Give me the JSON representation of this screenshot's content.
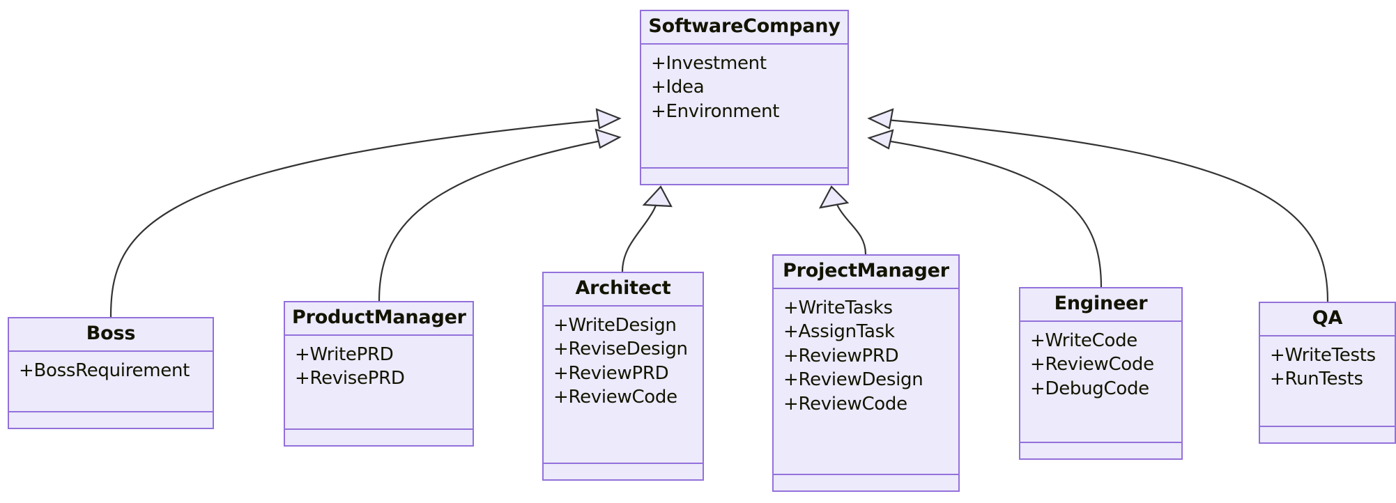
{
  "diagram": {
    "type": "uml-class-diagram",
    "title": "SoftwareCompany roles class diagram",
    "colors": {
      "node_fill": "#ECEAFB",
      "node_border": "#9370DB",
      "edge_stroke": "#333333",
      "text": "#131300",
      "background": "#FFFFFF"
    },
    "relationship_type": "generalization",
    "arrowhead": "hollow-triangle"
  },
  "classes": {
    "software_company": {
      "name": "SoftwareCompany",
      "attributes": [
        "+Investment",
        "+Idea",
        "+Environment"
      ],
      "methods": []
    },
    "boss": {
      "name": "Boss",
      "attributes": [
        "+BossRequirement"
      ],
      "methods": []
    },
    "product_manager": {
      "name": "ProductManager",
      "attributes": [
        "+WritePRD",
        "+RevisePRD"
      ],
      "methods": []
    },
    "architect": {
      "name": "Architect",
      "attributes": [
        "+WriteDesign",
        "+ReviseDesign",
        "+ReviewPRD",
        "+ReviewCode"
      ],
      "methods": []
    },
    "project_manager": {
      "name": "ProjectManager",
      "attributes": [
        "+WriteTasks",
        "+AssignTask",
        "+ReviewPRD",
        "+ReviewDesign",
        "+ReviewCode"
      ],
      "methods": []
    },
    "engineer": {
      "name": "Engineer",
      "attributes": [
        "+WriteCode",
        "+ReviewCode",
        "+DebugCode"
      ],
      "methods": []
    },
    "qa": {
      "name": "QA",
      "attributes": [
        "+WriteTests",
        "+RunTests"
      ],
      "methods": []
    }
  },
  "relationships": [
    {
      "from": "Boss",
      "to": "SoftwareCompany",
      "kind": "generalization"
    },
    {
      "from": "ProductManager",
      "to": "SoftwareCompany",
      "kind": "generalization"
    },
    {
      "from": "Architect",
      "to": "SoftwareCompany",
      "kind": "generalization"
    },
    {
      "from": "ProjectManager",
      "to": "SoftwareCompany",
      "kind": "generalization"
    },
    {
      "from": "Engineer",
      "to": "SoftwareCompany",
      "kind": "generalization"
    },
    {
      "from": "QA",
      "to": "SoftwareCompany",
      "kind": "generalization"
    }
  ]
}
